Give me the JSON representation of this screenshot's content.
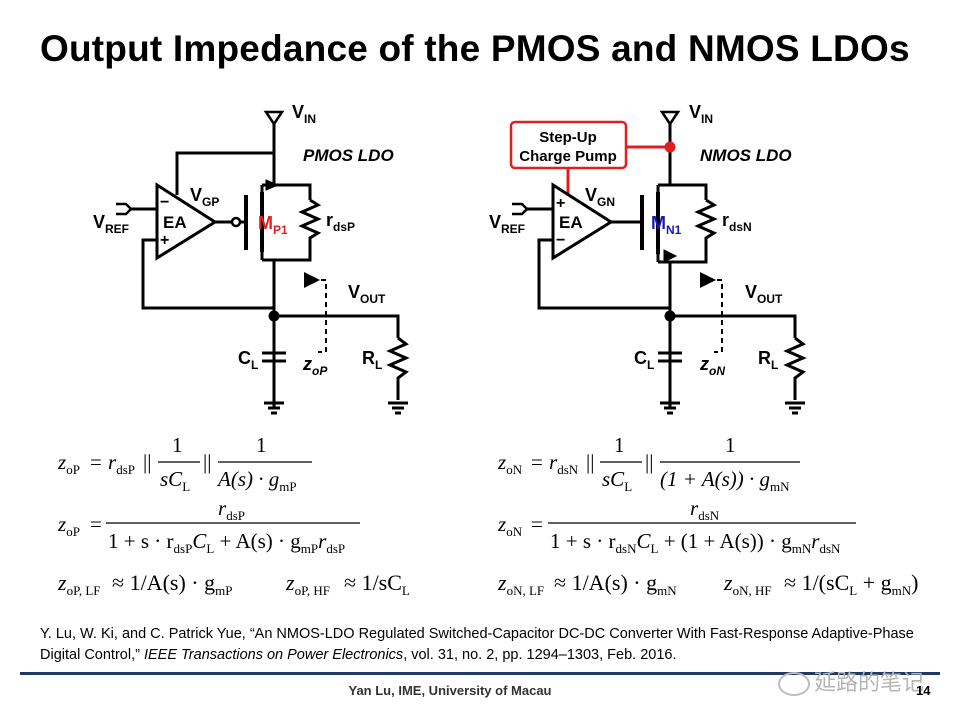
{
  "title": "Output Impedance of the PMOS and NMOS LDOs",
  "pmos": {
    "vin": "V",
    "vin_sub": "IN",
    "label": "PMOS LDO",
    "vref": "V",
    "vref_sub": "REF",
    "ea": "EA",
    "minus": "−",
    "plus": "+",
    "vg": "V",
    "vg_sub": "GP",
    "m": "M",
    "m_sub": "P1",
    "rds": "r",
    "rds_sub": "dsP",
    "vout": "V",
    "vout_sub": "OUT",
    "cl": "C",
    "cl_sub": "L",
    "z": "z",
    "z_sub": "oP",
    "rl": "R",
    "rl_sub": "L"
  },
  "nmos": {
    "vin": "V",
    "vin_sub": "IN",
    "label": "NMOS LDO",
    "pump_line1": "Step-Up",
    "pump_line2": "Charge Pump",
    "vref": "V",
    "vref_sub": "REF",
    "ea": "EA",
    "minus": "−",
    "plus": "+",
    "vg": "V",
    "vg_sub": "GN",
    "m": "M",
    "m_sub": "N1",
    "rds": "r",
    "rds_sub": "dsN",
    "vout": "V",
    "vout_sub": "OUT",
    "cl": "C",
    "cl_sub": "L",
    "z": "z",
    "z_sub": "oN",
    "rl": "R",
    "rl_sub": "L"
  },
  "eq": {
    "p1_lhs": "z",
    "p1_lhs_sub": "oP",
    "p1_r": "r",
    "p1_r_sub": "dsP",
    "p1_d1": "sC",
    "p1_d1_sub": "L",
    "p1_d2": "A(s) · g",
    "p1_d2_sub": "mP",
    "p2_lhs": "z",
    "p2_lhs_sub": "oP",
    "p2_num": "r",
    "p2_num_sub": "dsP",
    "p2_den_a": "1 + s · r",
    "p2_den_a_sub": "dsP",
    "p2_den_b": "C",
    "p2_den_b_sub": "L",
    "p2_den_c": " + A(s) · g",
    "p2_den_c_sub": "mP",
    "p2_den_d": "r",
    "p2_den_d_sub": "dsP",
    "p3_lhs": "z",
    "p3_lhs_sub": "oP, LF",
    "p3_rhs": "≈ 1/A(s) · g",
    "p3_rhs_sub": "mP",
    "p4_lhs": "z",
    "p4_lhs_sub": "oP, HF",
    "p4_rhs": "≈ 1/sC",
    "p4_rhs_sub": "L",
    "n1_lhs": "z",
    "n1_lhs_sub": "oN",
    "n1_r": "r",
    "n1_r_sub": "dsN",
    "n1_d1": "sC",
    "n1_d1_sub": "L",
    "n1_d2": "(1 + A(s)) · g",
    "n1_d2_sub": "mN",
    "n2_lhs": "z",
    "n2_lhs_sub": "oN",
    "n2_num": "r",
    "n2_num_sub": "dsN",
    "n2_den_a": "1 + s · r",
    "n2_den_a_sub": "dsN",
    "n2_den_b": "C",
    "n2_den_b_sub": "L",
    "n2_den_c": " + (1 + A(s)) · g",
    "n2_den_c_sub": "mN",
    "n2_den_d": "r",
    "n2_den_d_sub": "dsN",
    "n3_lhs": "z",
    "n3_lhs_sub": "oN, LF",
    "n3_rhs": "≈ 1/A(s) · g",
    "n3_rhs_sub": "mN",
    "n4_lhs": "z",
    "n4_lhs_sub": "oN, HF",
    "n4_rhs_a": "≈ 1/(sC",
    "n4_rhs_a_sub": "L",
    "n4_rhs_b": " + g",
    "n4_rhs_b_sub": "mN",
    "n4_rhs_c": ")",
    "eq_sign": "=",
    "par": "||",
    "one": "1"
  },
  "reference": {
    "text_before": "Y. Lu, W. Ki, and C. Patrick Yue, “An NMOS-LDO Regulated Switched-Capacitor DC-DC Converter With Fast-Response Adaptive-Phase Digital Control,” ",
    "journal": "IEEE Transactions on Power Electronics",
    "text_after": ", vol. 31, no. 2, pp. 1294–1303, Feb. 2016."
  },
  "footer": "Yan Lu, IME, University of Macau",
  "page_number": "14",
  "watermark": "延路的笔记",
  "colors": {
    "mosfet_label": "#1a1ab0",
    "charge_pump": "#e02020",
    "rule": "#1f3864"
  }
}
